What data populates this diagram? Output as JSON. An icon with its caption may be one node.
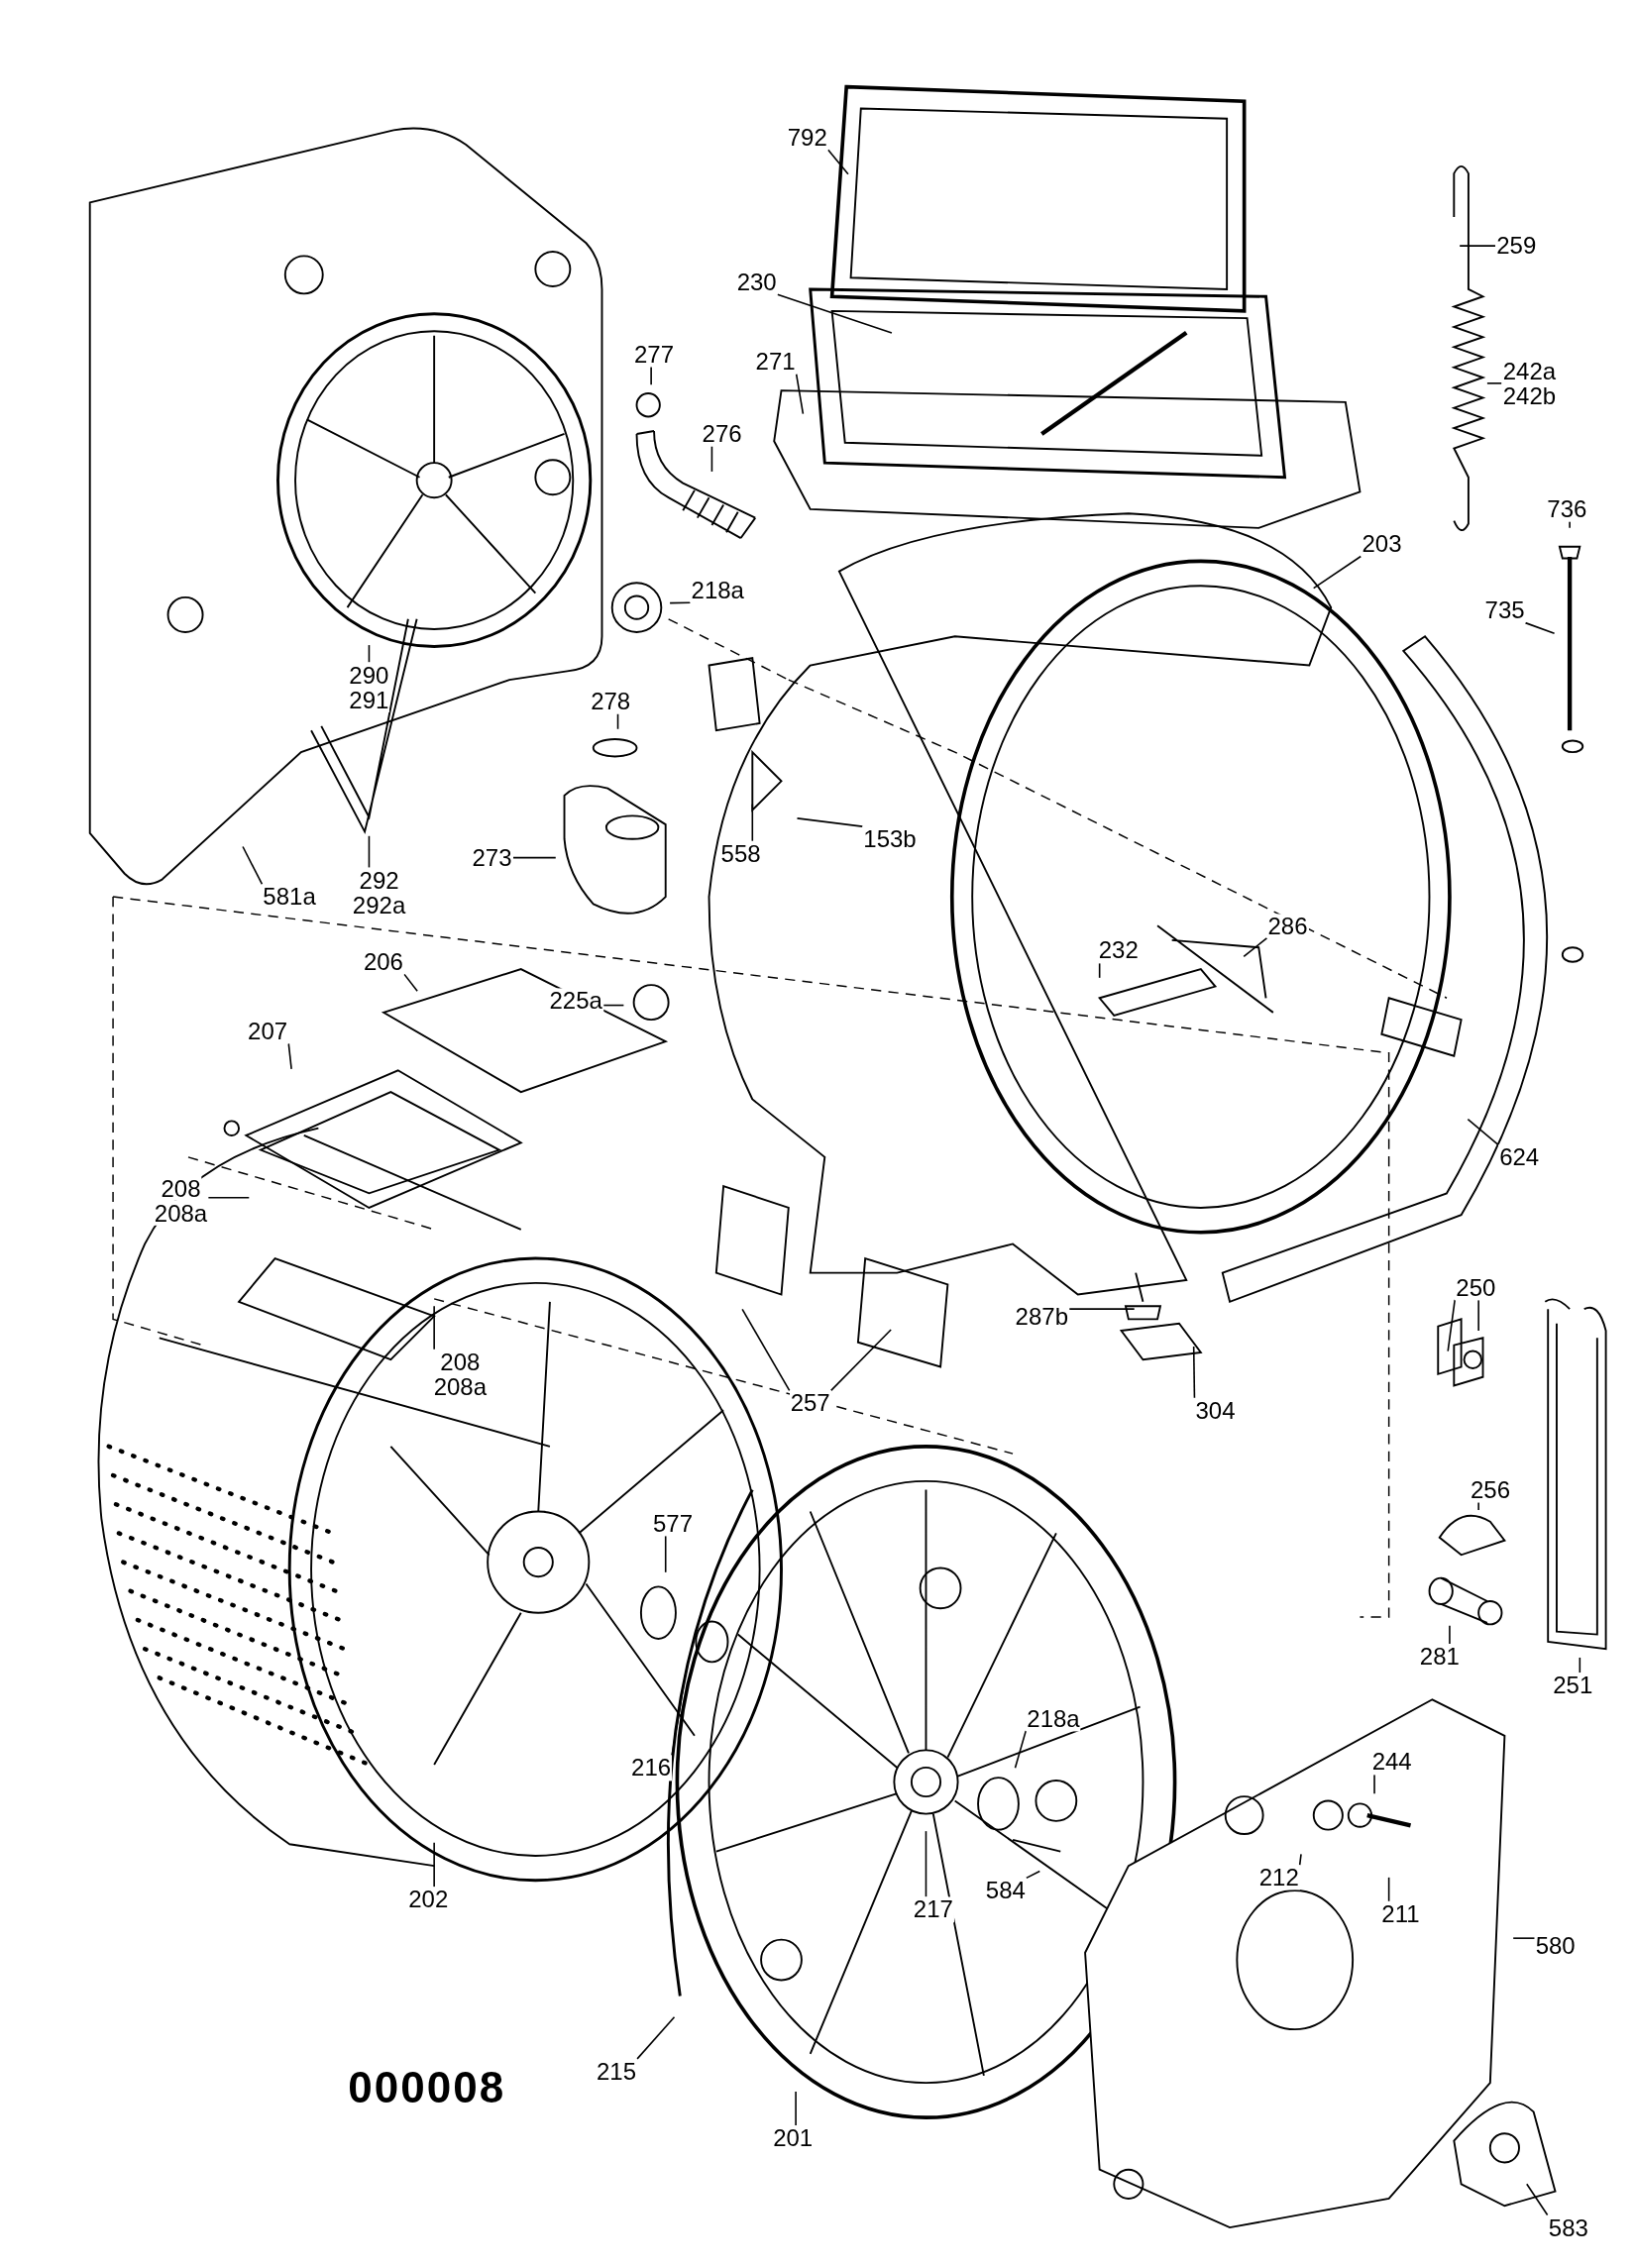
{
  "diagram": {
    "nodes": [
      {
        "text": [
          "792"
        ]
      },
      {
        "text": [
          "230"
        ]
      },
      {
        "text": [
          "259"
        ]
      },
      {
        "text": [
          "277"
        ]
      },
      {
        "text": [
          "276"
        ]
      },
      {
        "text": [
          "271"
        ]
      },
      {
        "text": [
          "242a",
          "242b"
        ]
      },
      {
        "text": [
          "736"
        ]
      },
      {
        "text": [
          "735"
        ]
      },
      {
        "text": [
          "203"
        ]
      },
      {
        "text": [
          "218a"
        ]
      },
      {
        "text": [
          "290",
          "291"
        ]
      },
      {
        "text": [
          "278"
        ]
      },
      {
        "text": [
          "292",
          "292a"
        ]
      },
      {
        "text": [
          "581a"
        ]
      },
      {
        "text": [
          "273"
        ]
      },
      {
        "text": [
          "558"
        ]
      },
      {
        "text": [
          "153b"
        ]
      },
      {
        "text": [
          "232"
        ]
      },
      {
        "text": [
          "286"
        ]
      },
      {
        "text": [
          "206"
        ]
      },
      {
        "text": [
          "225a"
        ]
      },
      {
        "text": [
          "207"
        ]
      },
      {
        "text": [
          "208",
          "208a"
        ]
      },
      {
        "text": [
          "208",
          "208a"
        ]
      },
      {
        "text": [
          "624"
        ]
      },
      {
        "text": [
          "287b"
        ]
      },
      {
        "text": [
          "304"
        ]
      },
      {
        "text": [
          "257"
        ]
      },
      {
        "text": [
          "250"
        ]
      },
      {
        "text": [
          "256"
        ]
      },
      {
        "text": [
          "281"
        ]
      },
      {
        "text": [
          "251"
        ]
      },
      {
        "text": [
          "577"
        ]
      },
      {
        "text": [
          "218a"
        ]
      },
      {
        "text": [
          "244"
        ]
      },
      {
        "text": [
          "216"
        ]
      },
      {
        "text": [
          "212"
        ]
      },
      {
        "text": [
          "211"
        ]
      },
      {
        "text": [
          "584"
        ]
      },
      {
        "text": [
          "217"
        ]
      },
      {
        "text": [
          "202"
        ]
      },
      {
        "text": [
          "580"
        ]
      },
      {
        "text": [
          "215"
        ]
      },
      {
        "text": [
          "201"
        ]
      },
      {
        "text": [
          "583"
        ]
      }
    ],
    "edges": [
      {
        "from": 0,
        "to": null,
        "arrow": "none"
      },
      {
        "from": 1,
        "to": null,
        "arrow": "none"
      },
      {
        "from": 2,
        "to": null,
        "arrow": "none"
      },
      {
        "from": 3,
        "to": null,
        "arrow": "none"
      },
      {
        "from": 4,
        "to": null,
        "arrow": "none"
      },
      {
        "from": 5,
        "to": null,
        "arrow": "none"
      },
      {
        "from": 6,
        "to": null,
        "arrow": "none"
      },
      {
        "from": 7,
        "to": null,
        "arrow": "none"
      },
      {
        "from": 8,
        "to": null,
        "arrow": "none"
      },
      {
        "from": 9,
        "to": null,
        "arrow": "none"
      },
      {
        "from": 10,
        "to": null,
        "arrow": "none"
      },
      {
        "from": 11,
        "to": null,
        "arrow": "none"
      },
      {
        "from": 12,
        "to": null,
        "arrow": "none"
      },
      {
        "from": 13,
        "to": null,
        "arrow": "none"
      },
      {
        "from": 14,
        "to": null,
        "arrow": "none"
      },
      {
        "from": 15,
        "to": null,
        "arrow": "none"
      },
      {
        "from": 16,
        "to": null,
        "arrow": "none"
      },
      {
        "from": 17,
        "to": null,
        "arrow": "none"
      },
      {
        "from": 18,
        "to": null,
        "arrow": "none"
      },
      {
        "from": 19,
        "to": null,
        "arrow": "none"
      },
      {
        "from": 20,
        "to": null,
        "arrow": "none"
      },
      {
        "from": 21,
        "to": null,
        "arrow": "none"
      },
      {
        "from": 22,
        "to": null,
        "arrow": "none"
      },
      {
        "from": 23,
        "to": null,
        "arrow": "none"
      },
      {
        "from": 24,
        "to": null,
        "arrow": "none"
      },
      {
        "from": 25,
        "to": null,
        "arrow": "none"
      },
      {
        "from": 26,
        "to": null,
        "arrow": "none"
      },
      {
        "from": 27,
        "to": null,
        "arrow": "none"
      },
      {
        "from": 28,
        "to": null,
        "arrow": "none"
      },
      {
        "from": 28,
        "to": null,
        "arrow": "none"
      },
      {
        "from": 29,
        "to": null,
        "arrow": "none"
      },
      {
        "from": 29,
        "to": null,
        "arrow": "none"
      },
      {
        "from": 30,
        "to": null,
        "arrow": "none"
      },
      {
        "from": 31,
        "to": null,
        "arrow": "none"
      },
      {
        "from": 32,
        "to": null,
        "arrow": "none"
      },
      {
        "from": 33,
        "to": null,
        "arrow": "none"
      },
      {
        "from": 34,
        "to": null,
        "arrow": "none"
      },
      {
        "from": 35,
        "to": null,
        "arrow": "none"
      },
      {
        "from": 36,
        "to": null,
        "arrow": "none"
      },
      {
        "from": 37,
        "to": null,
        "arrow": "none"
      },
      {
        "from": 38,
        "to": null,
        "arrow": "none"
      },
      {
        "from": 39,
        "to": null,
        "arrow": "none"
      },
      {
        "from": 40,
        "to": null,
        "arrow": "none"
      },
      {
        "from": 41,
        "to": null,
        "arrow": "none"
      },
      {
        "from": 42,
        "to": null,
        "arrow": "none"
      },
      {
        "from": 43,
        "to": null,
        "arrow": "none"
      },
      {
        "from": 44,
        "to": null,
        "arrow": "none"
      },
      {
        "from": 45,
        "to": null,
        "arrow": "none"
      }
    ],
    "labels": [
      "000008"
    ]
  }
}
